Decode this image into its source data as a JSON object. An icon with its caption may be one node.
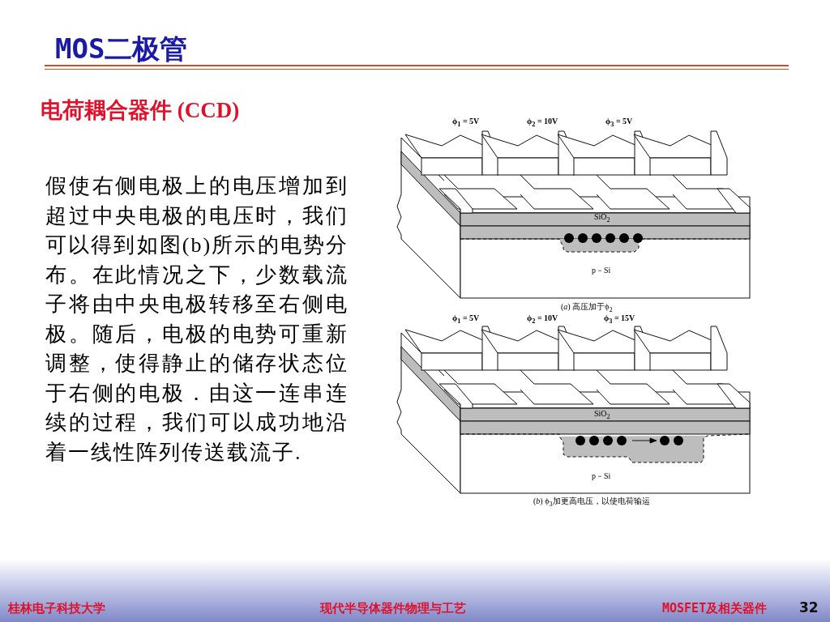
{
  "diagram": {
    "title": "MOS二极管",
    "labels": [
      "电荷耦合器件 (CCD)",
      "假使右侧电极上的电压增加到超过中央电极的电压时，我们可以得到如图(b)所示的电势分布。在此情况之下，少数载流子将由中央电极转移至右侧电极。随后，电极的电势可重新调整，使得静止的储存状态位于右侧的电极．由这一连串连续的过程，我们可以成功地沿着一线性阵列传送载流子.",
      "ϕ$_{1}$ = 5V",
      "ϕ$_{2}$ = 10V",
      "ϕ$_{3}$ = 5V",
      "SiO$_{2}$",
      "p－Si",
      "(*a*) 高压加于ϕ$_{2}$",
      "ϕ$_{1}$ = 5V",
      "ϕ$_{2}$ = 10V",
      "ϕ$_{3}$ = 15V",
      "SiO$_{2}$",
      "p－Si",
      "(*b*) ϕ$_{3}$加更高电压，以使电荷输运",
      "桂林电子科技大学",
      "现代半导体器件物理与工艺",
      "MOSFET及相关器件",
      "32"
    ]
  }
}
